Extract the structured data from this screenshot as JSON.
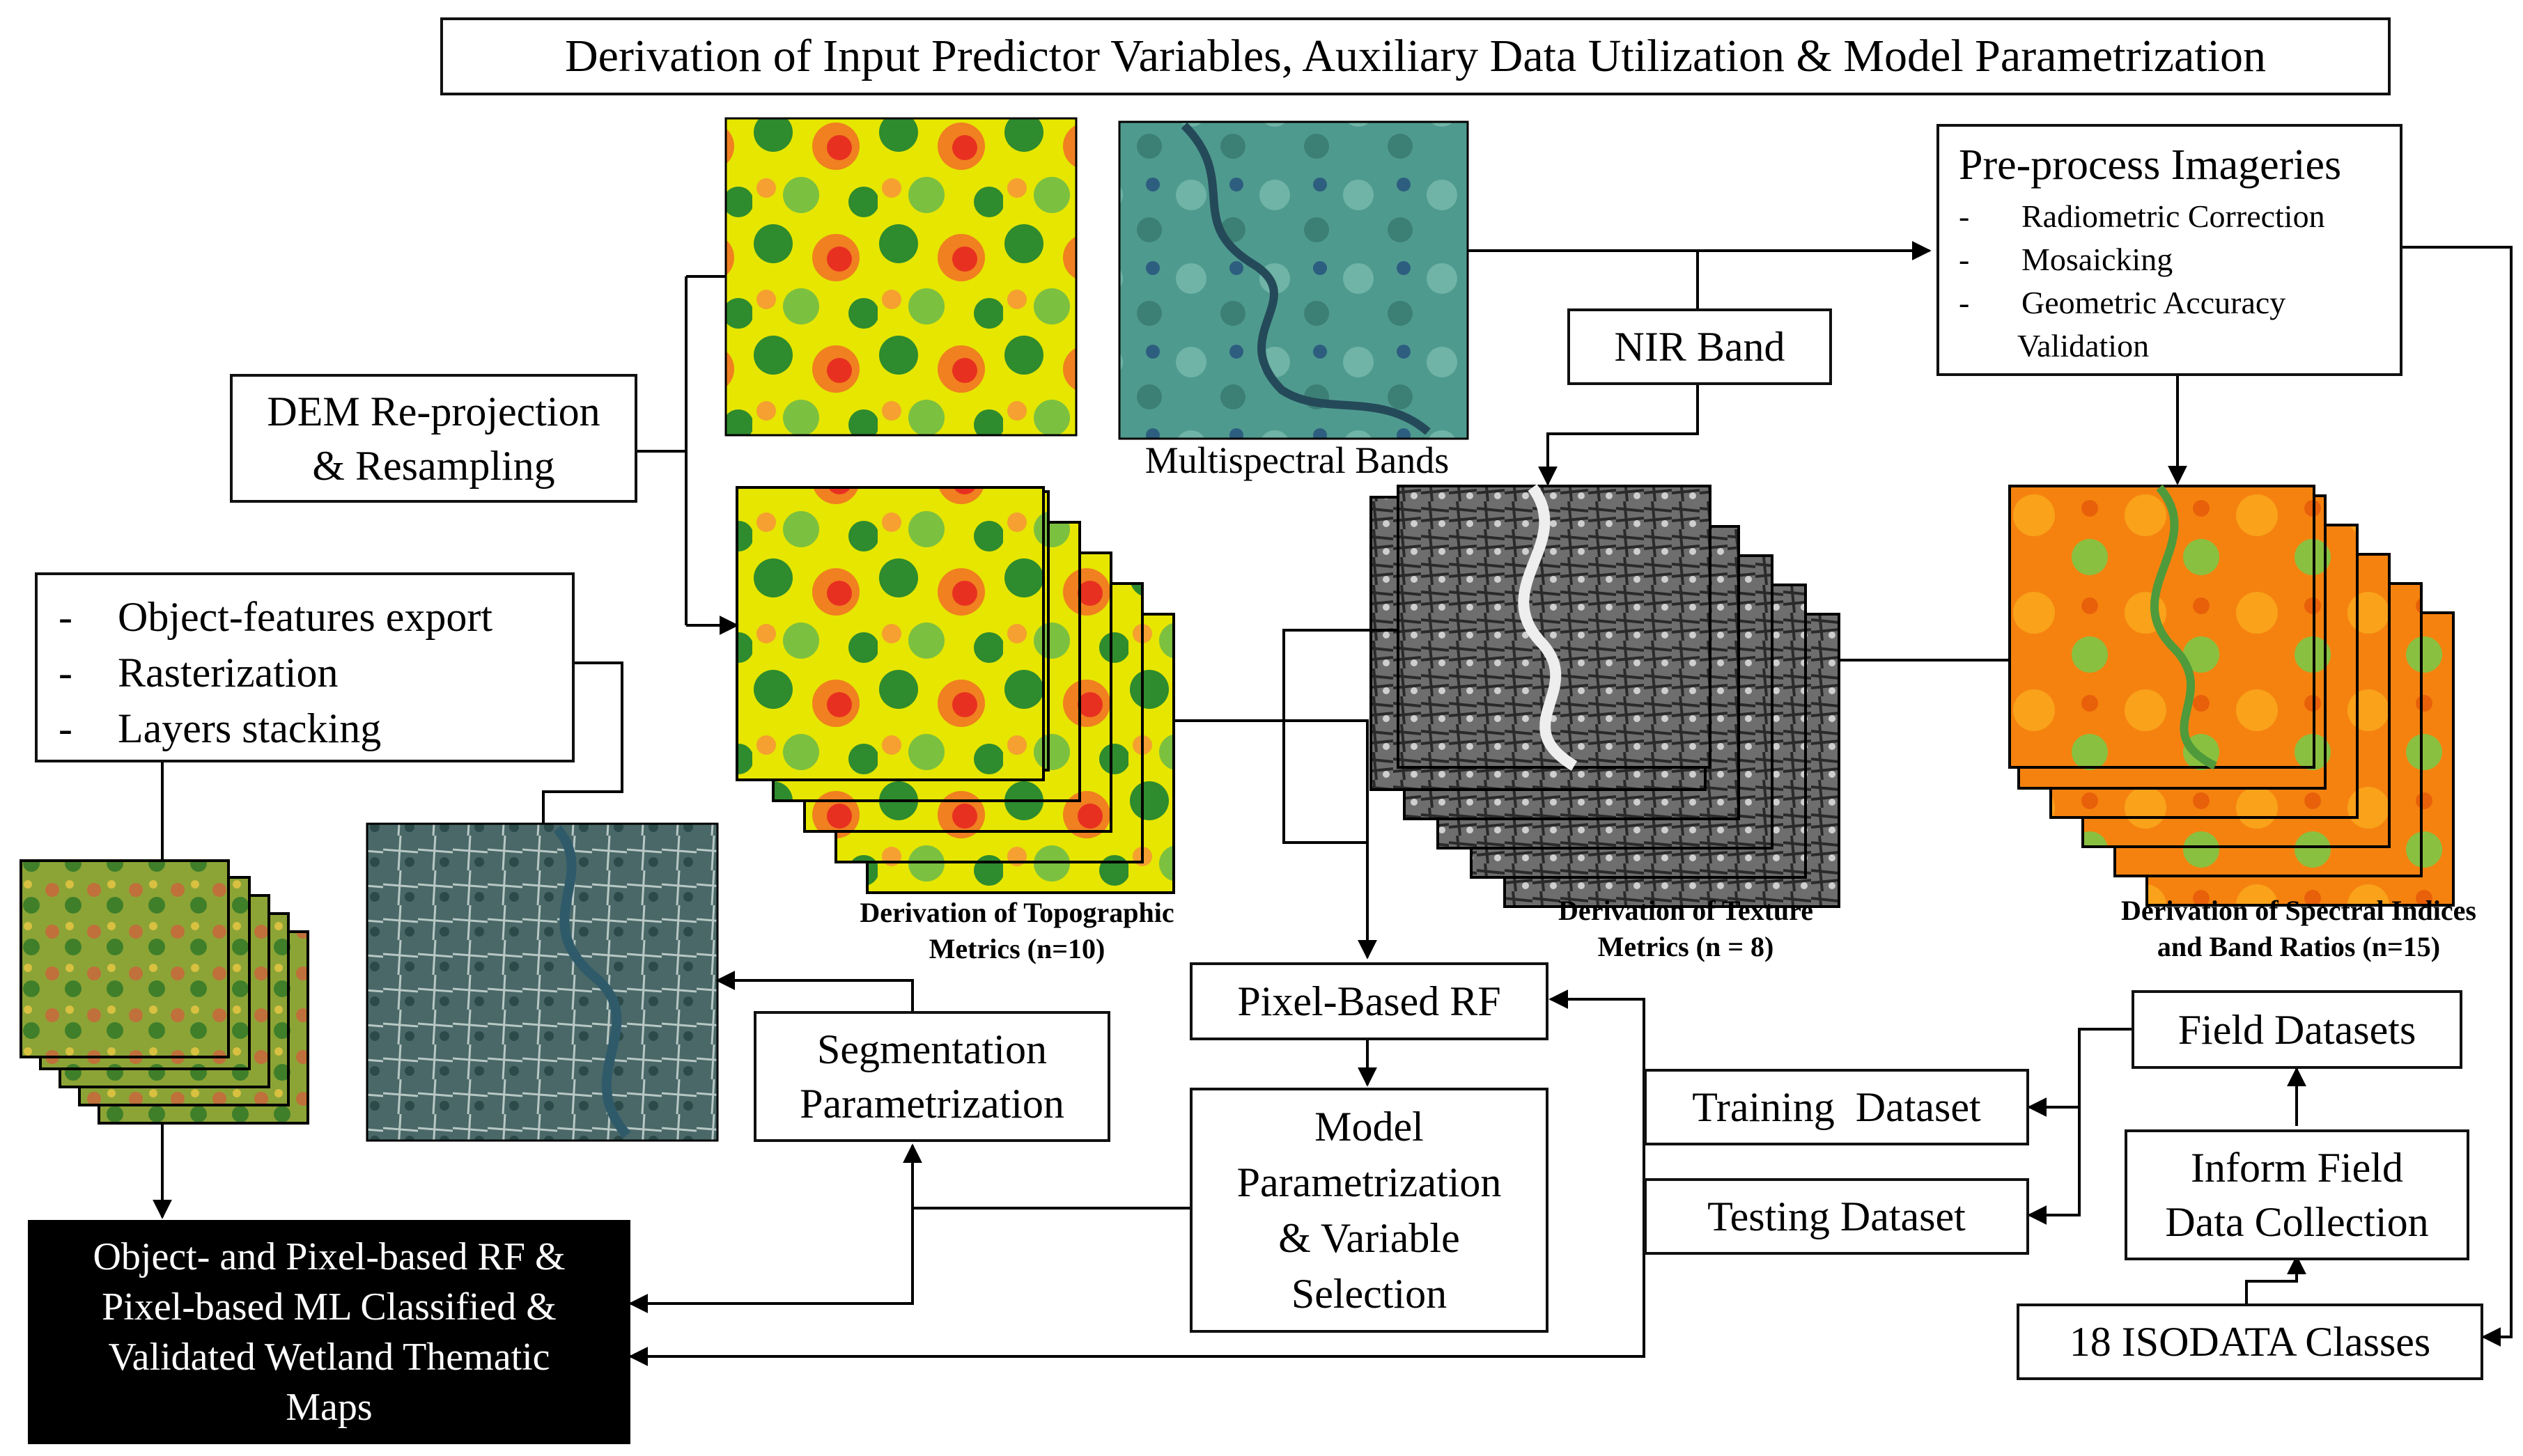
{
  "title": "Derivation of Input Predictor Variables, Auxiliary Data Utilization & Model Parametrization",
  "dem_box": {
    "line1": "DEM Re-projection",
    "line2": "& Resampling"
  },
  "multispectral_caption": "Multispectral Bands",
  "nir_band": "NIR Band",
  "preprocess": {
    "heading": "Pre-process Imageries",
    "items": [
      "Radiometric Correction",
      "Mosaicking",
      "Geometric Accuracy",
      "Validation"
    ]
  },
  "object_features": {
    "items": [
      "Object-features export",
      "Rasterization",
      "Layers stacking"
    ]
  },
  "topographic_caption": {
    "line1": "Derivation of Topographic",
    "line2": "Metrics (n=10)"
  },
  "texture_caption": {
    "line1": "Derivation of Texture",
    "line2": "Metrics (n = 8)"
  },
  "spectral_caption": {
    "line1": "Derivation of Spectral Indices",
    "line2": "and Band Ratios (n=15)"
  },
  "pixel_rf": "Pixel-Based RF",
  "segmentation": {
    "line1": "Segmentation",
    "line2": "Parametrization"
  },
  "model_param": {
    "line1": "Model",
    "line2": "Parametrization",
    "line3": "& Variable",
    "line4": "Selection"
  },
  "training": "Training  Dataset",
  "testing": "Testing Dataset",
  "field_datasets": "Field Datasets",
  "inform_field": {
    "line1": "Inform Field",
    "line2": "Data Collection"
  },
  "isodata": "18 ISODATA Classes",
  "output_box": {
    "line1": "Object- and Pixel-based RF &",
    "line2": "Pixel-based ML Classified &",
    "line3": "Validated Wetland Thematic",
    "line4": "Maps"
  }
}
